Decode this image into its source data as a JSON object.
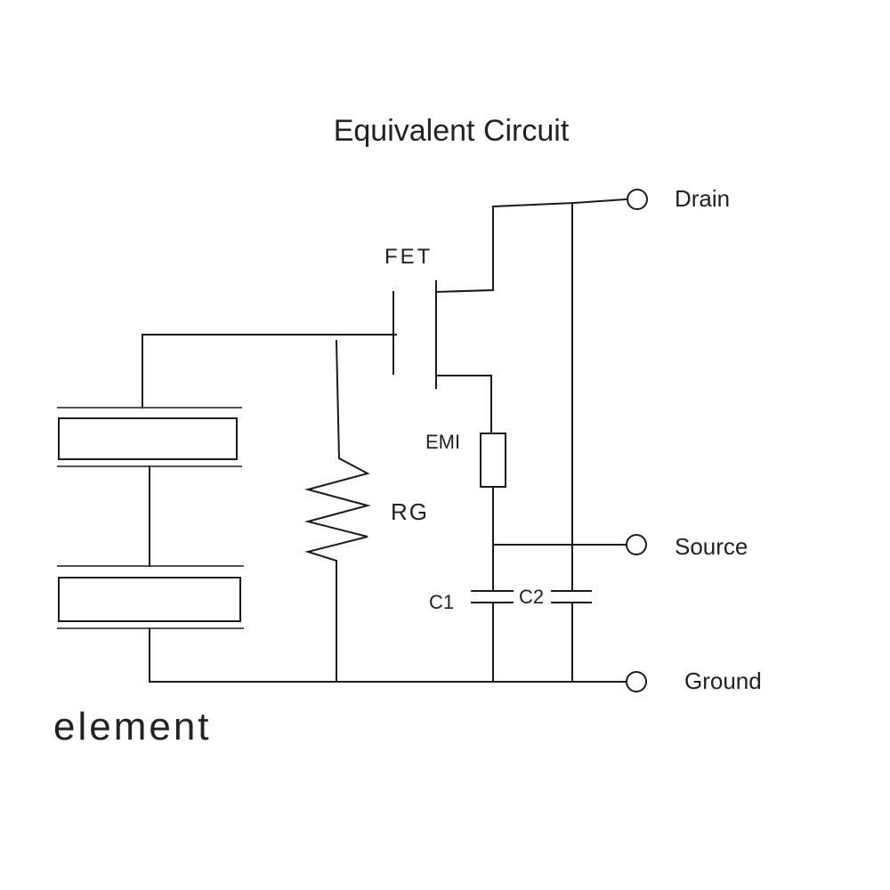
{
  "diagram": {
    "title": "Equivalent Circuit",
    "terminals": {
      "drain": "Drain",
      "source": "Source",
      "ground": "Ground"
    },
    "components": {
      "fet": "FET",
      "emi": "EMI",
      "rg": "RG",
      "c1": "C1",
      "c2": "C2",
      "element": "element"
    }
  }
}
